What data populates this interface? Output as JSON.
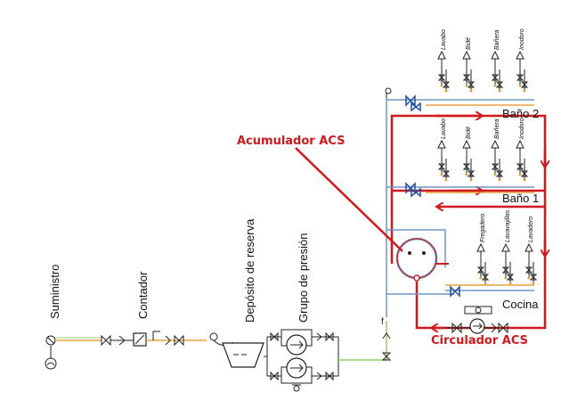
{
  "labels": {
    "suministro": "Suministro",
    "contador": "Contador",
    "deposito": "Depósito de reserva",
    "grupo": "Grupo de presión",
    "bano2": "Baño 2",
    "bano1": "Baño 1",
    "cocina": "Cocina",
    "acumulador": "Acumulador ACS",
    "circulador": "Circulador ACS"
  },
  "fixtures": {
    "bano": [
      "Lavabo",
      "Bidé",
      "Bañera",
      "Inodoro"
    ],
    "cocina": [
      "Fregadero",
      "Lavavajillas",
      "Lavadero"
    ]
  },
  "colors": {
    "cold_pipe": "#6f95c4",
    "hot_pipe": "#d0191c",
    "supply_pipe": "#9acb6b",
    "orange_pipe": "#e9a23b"
  }
}
